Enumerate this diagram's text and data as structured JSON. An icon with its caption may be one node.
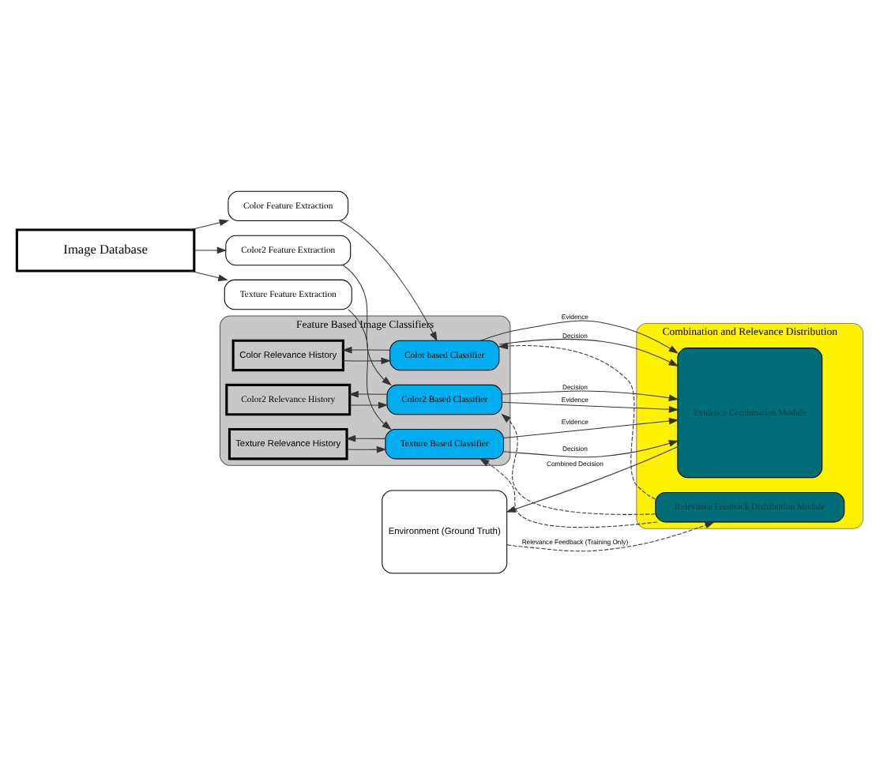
{
  "diagram": {
    "nodes": [
      {
        "text": [
          "Image Database"
        ]
      },
      {
        "text": [
          "Texture Feature Extraction"
        ]
      },
      {
        "text": [
          "Color Feature Extraction"
        ]
      },
      {
        "text": [
          "Color2 Feature Extraction"
        ]
      },
      {
        "text": [
          "Feature Based Image Classifiers"
        ]
      },
      {
        "text": [
          "Texture Relevance History"
        ],
        "in": 4
      },
      {
        "text": [
          "Texture Based Classifier"
        ],
        "in": 4
      },
      {
        "text": [
          "Color Relevance History"
        ],
        "in": 4
      },
      {
        "text": [
          "Color based Classifier"
        ],
        "in": 4
      },
      {
        "text": [
          "Color2 Relevance History"
        ],
        "in": 4
      },
      {
        "text": [
          "Color2 Based Classifier"
        ],
        "in": 4
      },
      {
        "text": [
          "Combination and Relevance Distribution"
        ]
      },
      {
        "text": [
          "Evidence Combination Module"
        ],
        "in": 11
      },
      {
        "text": [
          "Relevance Feedback Distribution Module"
        ],
        "in": 11
      },
      {
        "text": [
          "Environment (Ground Truth)"
        ]
      }
    ],
    "edges": [
      {
        "from": 0,
        "to": 1,
        "arrow": "to"
      },
      {
        "from": 0,
        "to": 2,
        "arrow": "to"
      },
      {
        "from": 0,
        "to": 3,
        "arrow": "to"
      },
      {
        "from": 1,
        "to": 6,
        "arrow": "to"
      },
      {
        "from": 2,
        "to": 8,
        "arrow": "to"
      },
      {
        "from": 3,
        "to": 10,
        "arrow": "to"
      },
      {
        "from": 6,
        "to": 5,
        "arrow": "to"
      },
      {
        "from": 5,
        "to": 6,
        "arrow": "to"
      },
      {
        "from": 8,
        "to": 7,
        "arrow": "to"
      },
      {
        "from": 7,
        "to": 8,
        "arrow": "to"
      },
      {
        "from": 10,
        "to": 9,
        "arrow": "to"
      },
      {
        "from": 9,
        "to": 10,
        "arrow": "to"
      },
      {
        "from": 6,
        "to": 12,
        "arrow": "to",
        "label": "Decision"
      },
      {
        "from": 6,
        "to": 12,
        "arrow": "to",
        "label": "Evidence"
      },
      {
        "from": 8,
        "to": 12,
        "arrow": "to",
        "label": "Decision"
      },
      {
        "from": 8,
        "to": 12,
        "arrow": "to",
        "label": "Evidence"
      },
      {
        "from": 10,
        "to": 12,
        "arrow": "to",
        "label": "Evidence"
      },
      {
        "from": 10,
        "to": 12,
        "arrow": "to",
        "label": "Decision"
      },
      {
        "from": 12,
        "to": 14,
        "arrow": "to",
        "label": "Combined Decision"
      },
      {
        "from": 14,
        "to": 13,
        "arrow": "to",
        "style": "dashed",
        "label": "Relevance Feedback (Training Only)"
      },
      {
        "from": 13,
        "to": 10,
        "arrow": "to",
        "style": "dashed"
      },
      {
        "from": 13,
        "to": 8,
        "arrow": "to",
        "style": "dashed"
      },
      {
        "from": 13,
        "to": 6,
        "arrow": "to",
        "style": "dashed"
      }
    ]
  }
}
